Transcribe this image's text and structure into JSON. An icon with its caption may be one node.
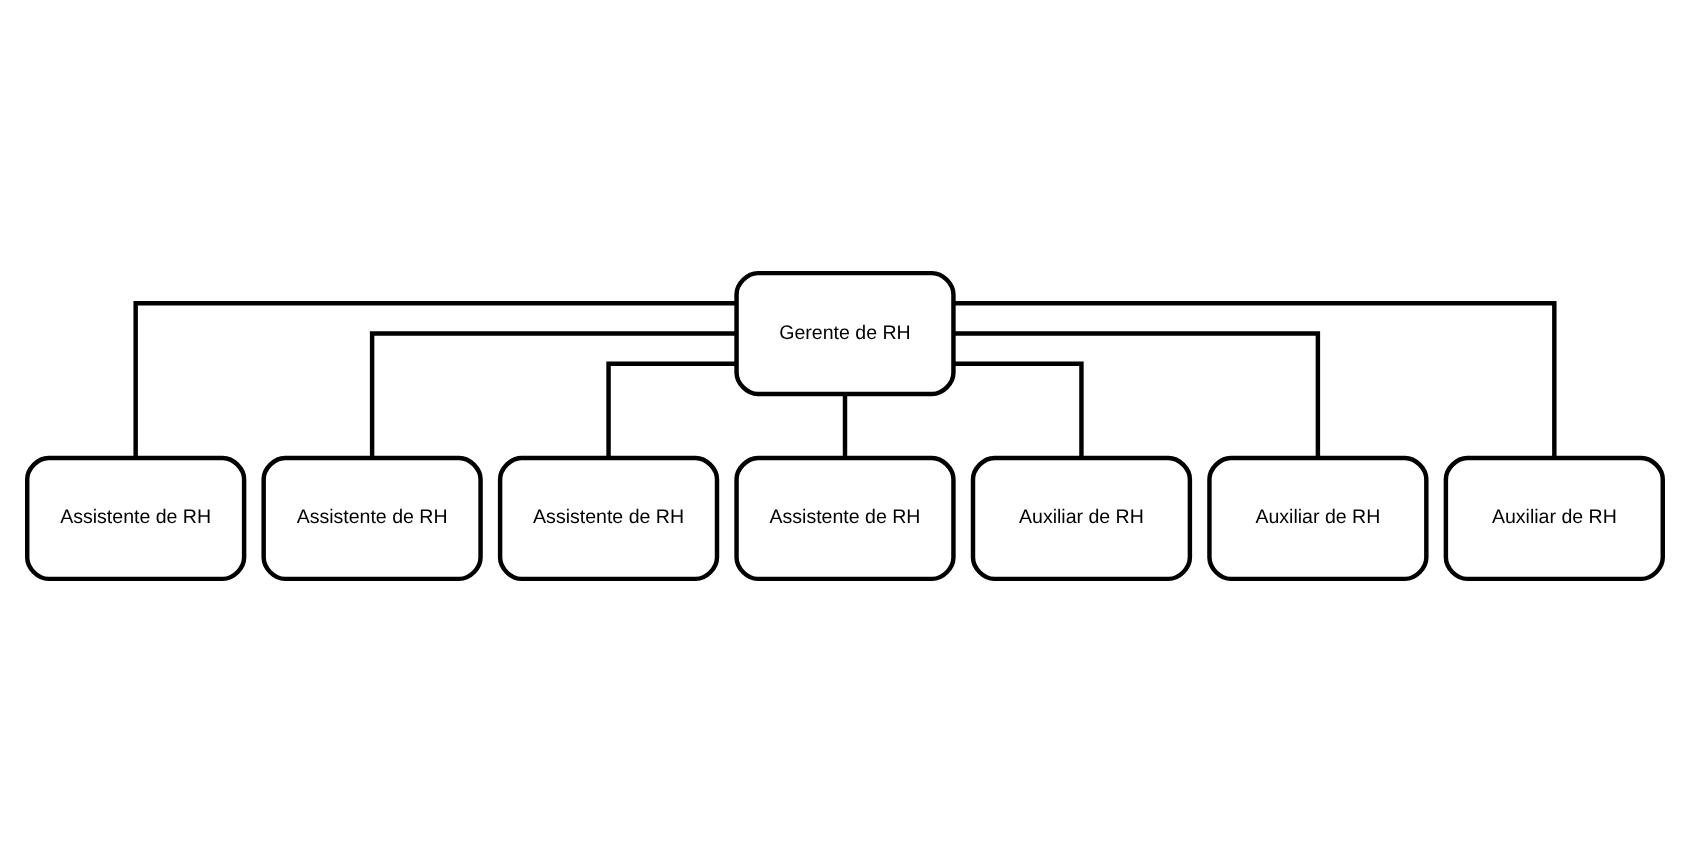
{
  "diagram": {
    "nodes": [
      {
        "text": [
          "Gerente de RH"
        ]
      },
      {
        "text": [
          "Assistente de RH"
        ]
      },
      {
        "text": [
          "Assistente de RH"
        ]
      },
      {
        "text": [
          "Assistente de RH"
        ]
      },
      {
        "text": [
          "Assistente de RH"
        ]
      },
      {
        "text": [
          "Auxiliar de RH"
        ]
      },
      {
        "text": [
          "Auxiliar de RH"
        ]
      },
      {
        "text": [
          "Auxiliar de RH"
        ]
      }
    ],
    "edges": [
      {
        "from": 0,
        "to": 1,
        "arrow": "none"
      },
      {
        "from": 0,
        "to": 2,
        "arrow": "none"
      },
      {
        "from": 0,
        "to": 3,
        "arrow": "none"
      },
      {
        "from": 0,
        "to": 4,
        "arrow": "none"
      },
      {
        "from": 0,
        "to": 5,
        "arrow": "none"
      },
      {
        "from": 0,
        "to": 6,
        "arrow": "none"
      },
      {
        "from": 0,
        "to": 7,
        "arrow": "none"
      }
    ]
  }
}
